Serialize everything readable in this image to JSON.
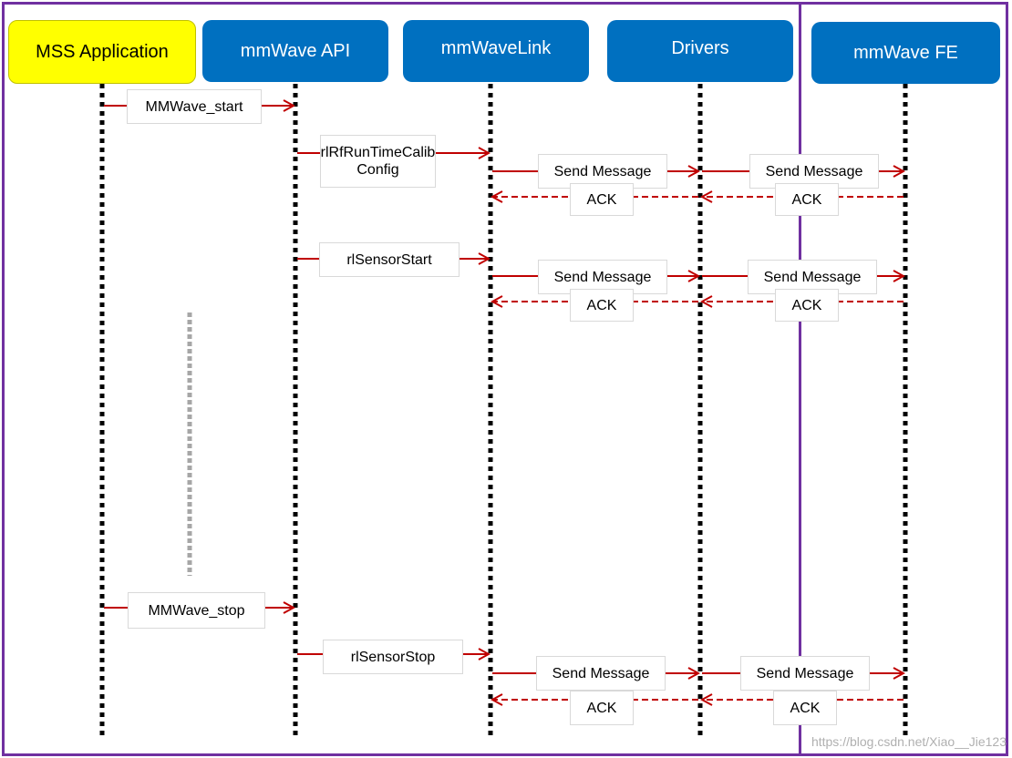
{
  "participants": {
    "mss_application": "MSS Application",
    "mmwave_api": "mmWave API",
    "mmwavelink": "mmWaveLink",
    "drivers": "Drivers",
    "mmwave_fe": "mmWave FE"
  },
  "messages": {
    "mmwave_start": "MMWave_start",
    "rf_runtime_calib": "rlRfRunTimeCalib\nConfig",
    "sensor_start": "rlSensorStart",
    "mmwave_stop": "MMWave_stop",
    "sensor_stop": "rlSensorStop",
    "send_message": "Send Message",
    "ack": "ACK"
  },
  "watermark": "https://blog.csdn.net/Xiao__Jie123",
  "colors": {
    "frame": "#7030A0",
    "header_blue": "#0070C0",
    "header_yellow": "#FFFF00",
    "arrow": "#C00000",
    "lifeline": "#000000",
    "continuation": "#A6A6A6"
  }
}
